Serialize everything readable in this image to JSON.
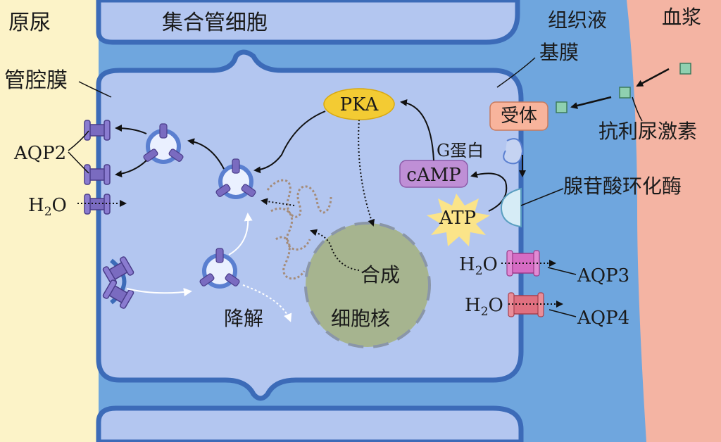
{
  "regions": {
    "lumen": "原尿",
    "cell": "集合管细胞",
    "interstitial": "组织液",
    "plasma": "血浆"
  },
  "membranes": {
    "apical": "管腔膜",
    "basement": "基膜"
  },
  "molecules": {
    "aqp2": "AQP2",
    "aqp3": "AQP3",
    "aqp4": "AQP4",
    "water_h": "H",
    "water_sub": "2",
    "water_o": "O",
    "pka": "PKA",
    "camp": "cAMP",
    "atp": "ATP",
    "g_protein": "G蛋白",
    "receptor": "受体",
    "adh": "抗利尿激素",
    "adenylate_cyclase": "腺苷酸环化酶"
  },
  "processes": {
    "synthesis": "合成",
    "degradation": "降解"
  },
  "organelles": {
    "nucleus": "细胞核"
  },
  "colors": {
    "lumen_bg": "#fcf3c8",
    "interstitial_bg": "#6fa6de",
    "plasma_bg": "#f4b4a3",
    "cell_fill": "#b3c6f0",
    "cell_border": "#3c6bb8",
    "aqp2": "#7a6bc0",
    "aqp3": "#d66cc4",
    "aqp4": "#e07080",
    "pka": "#f3cb33",
    "camp": "#bf8fd6",
    "receptor": "#f8b49c",
    "nucleus": "#a6b48f",
    "adh": "#8fd0b0"
  }
}
